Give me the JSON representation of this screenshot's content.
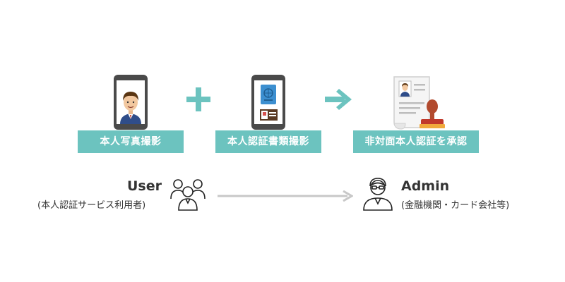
{
  "steps": [
    {
      "label": "本人写真撮影",
      "icon": "phone-selfie-icon"
    },
    {
      "label": "本人認証書類撮影",
      "icon": "phone-id-document-icon"
    },
    {
      "label": "非対面本人認証を承認",
      "icon": "document-stamp-approval-icon"
    }
  ],
  "connectors": [
    "plus-icon",
    "arrow-right-icon"
  ],
  "user": {
    "title": "User",
    "subtitle": "(本人認証サービス利用者)",
    "icon": "user-group-icon"
  },
  "admin": {
    "title": "Admin",
    "subtitle": "(金融機関・カード会社等)",
    "icon": "admin-person-icon"
  },
  "colors": {
    "teal": "#6cc3bf",
    "phone": "#4a4a4a",
    "gray_arrow": "#c8c8c8",
    "text": "#333333"
  }
}
